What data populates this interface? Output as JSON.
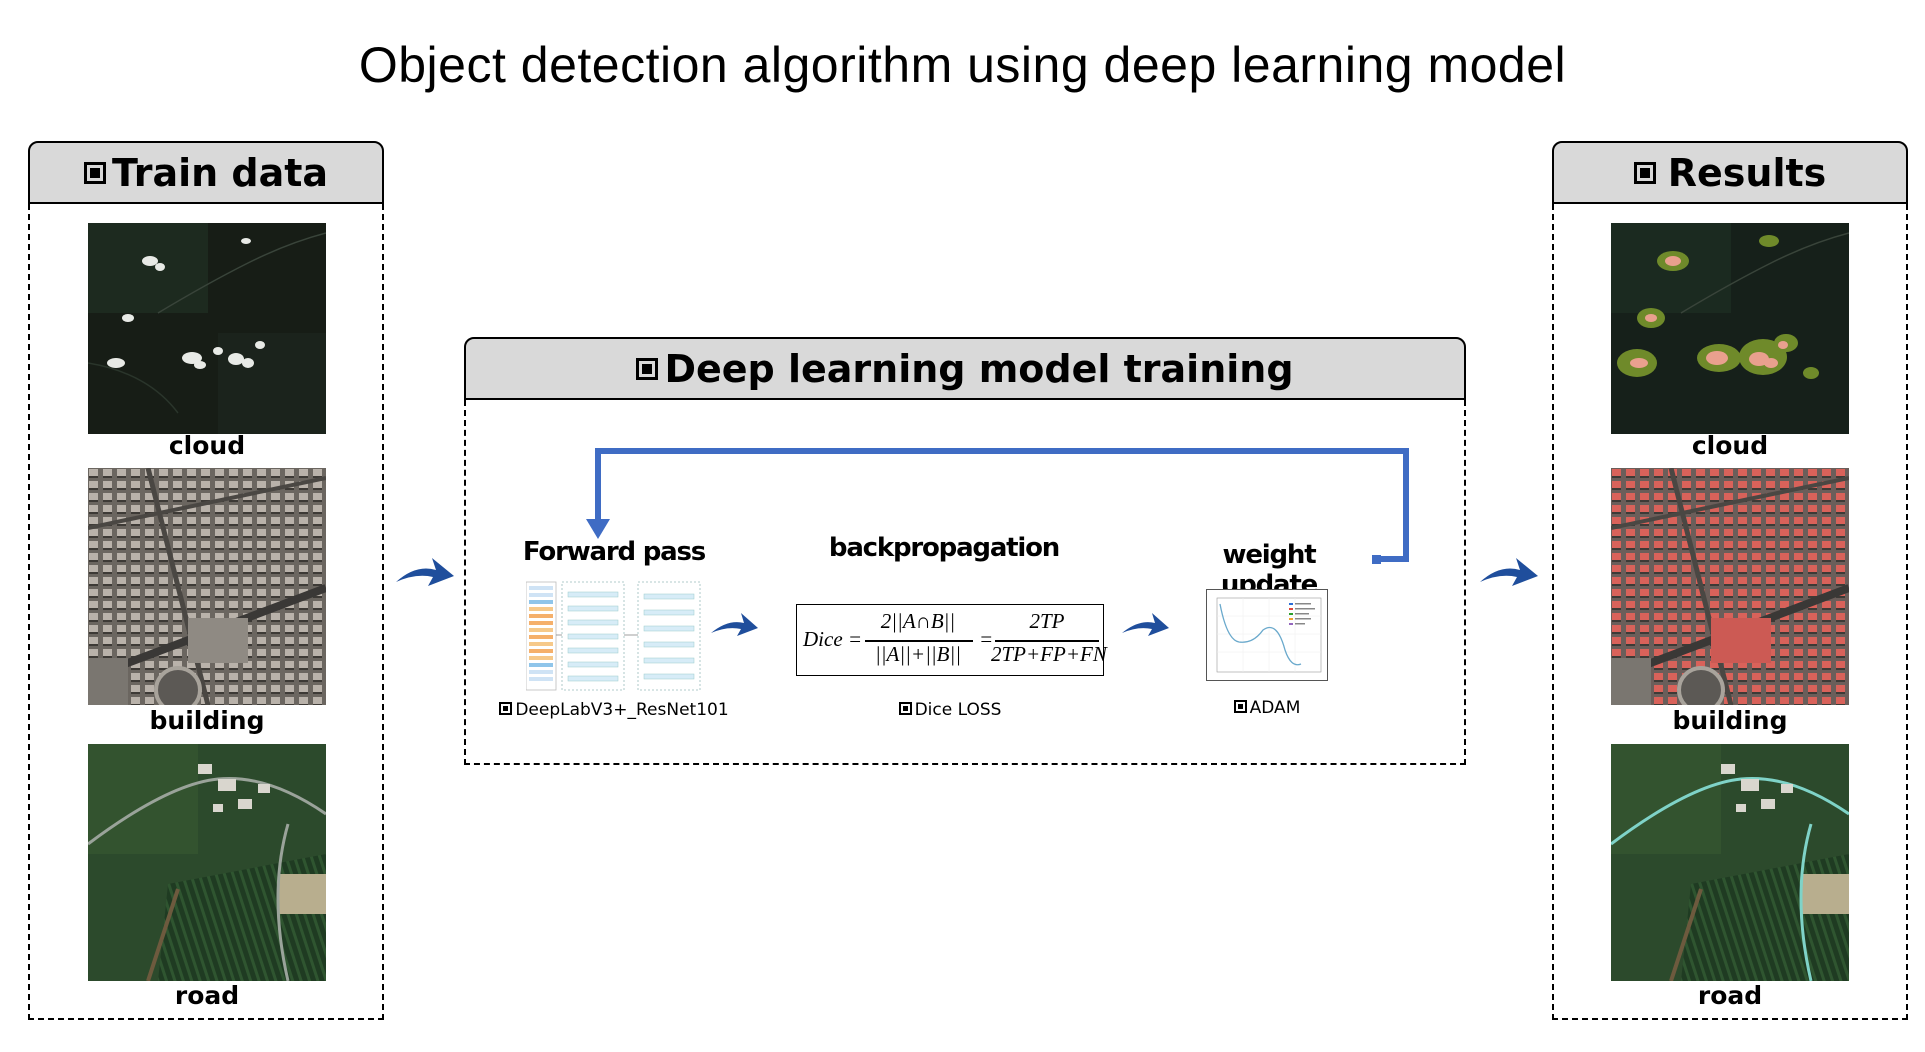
{
  "title": "Object detection algorithm using deep learning model",
  "train_panel": {
    "heading": "Train data",
    "items": [
      "cloud",
      "building",
      "road"
    ]
  },
  "training_panel": {
    "heading": "Deep learning model training",
    "forward": {
      "label": "Forward pass",
      "caption": "DeepLabV3+_ResNet101"
    },
    "backprop": {
      "label": "backpropagation",
      "caption": "Dice LOSS",
      "formula": {
        "lhs": "Dice =",
        "num1": "2||A∩B||",
        "den1": "||A||+||B||",
        "eq": "=",
        "num2": "2TP",
        "den2": "2TP+FP+FN"
      }
    },
    "update": {
      "label": "weight update",
      "caption": "ADAM"
    }
  },
  "results_panel": {
    "heading": "Results",
    "items": [
      "cloud",
      "building",
      "road"
    ]
  },
  "colors": {
    "feedback_arrow": "#3f6cc4",
    "flow_arrow": "#1f4e9c",
    "header_bg": "#d9d9d9"
  }
}
